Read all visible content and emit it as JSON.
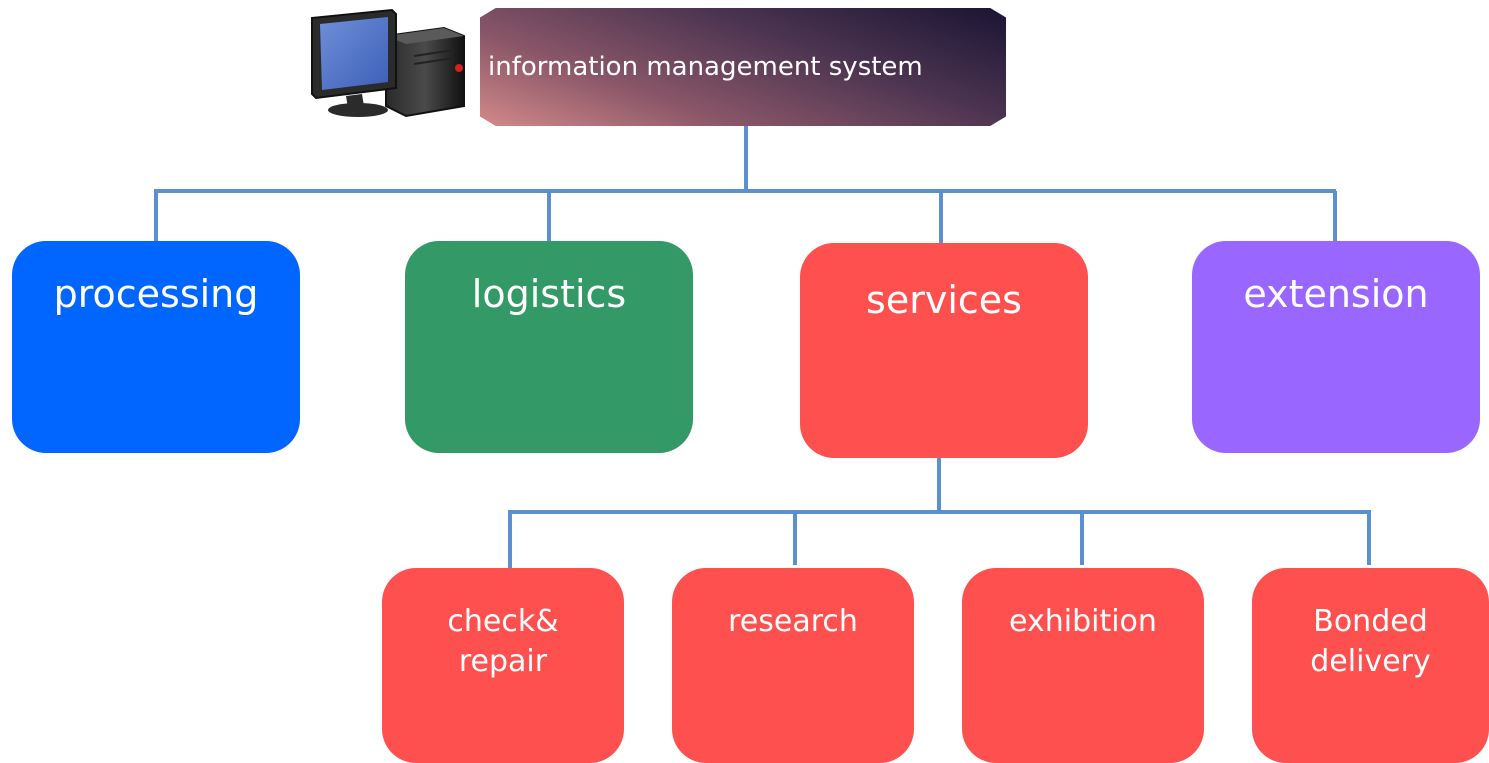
{
  "root": {
    "label": "information management system",
    "icon": "computer-icon"
  },
  "categories": [
    {
      "id": "processing",
      "label": "processing",
      "color": "#0066ff"
    },
    {
      "id": "logistics",
      "label": "logistics",
      "color": "#339966"
    },
    {
      "id": "services",
      "label": "services",
      "color": "#ff5050"
    },
    {
      "id": "extension",
      "label": "extension",
      "color": "#9966ff"
    }
  ],
  "services_children": [
    {
      "id": "check-repair",
      "label": "check&\nrepair",
      "color": "#ff5050"
    },
    {
      "id": "research",
      "label": "research",
      "color": "#ff5050"
    },
    {
      "id": "exhibition",
      "label": "exhibition",
      "color": "#ff5050"
    },
    {
      "id": "bonded-delivery",
      "label": "Bonded\ndelivery",
      "color": "#ff5050"
    }
  ],
  "connector_color": "#5b8fd0"
}
